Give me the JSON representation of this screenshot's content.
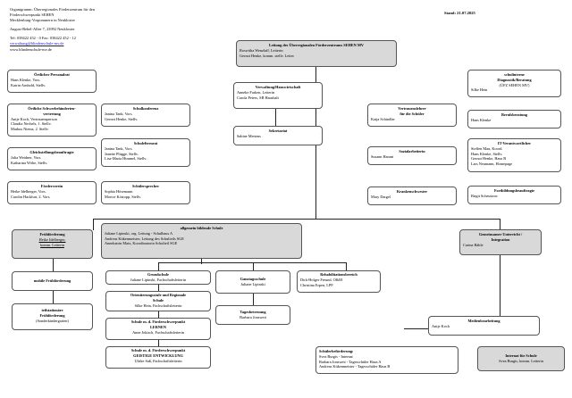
{
  "header": {
    "lines": [
      "Organigramm: Überregionales Förderzentrum für den",
      "Förderschwerpunkt SEHEN",
      "Mecklenburg-Vorpommern in Neukloster"
    ],
    "address": "August-Bebel-Allee 7, 23992 Neukloster",
    "phone": "Tel: 038422  452 - 0  Fax: 038422  452 - 12",
    "email": "verwaltung@blindenschule-mv.de",
    "web": "www.blindenschule-mv.de",
    "stand": "Stand: 21.07.2025"
  },
  "leadership": {
    "title": "Leitung des Überregionalen Förderzentrums SEHEN MV",
    "rows": [
      "Roswitha Wenzlaff, Leiterin",
      "Gernot Henke,  komm. stellv. Leiter"
    ]
  },
  "left_column": [
    {
      "title": "Örtlicher Personalrat",
      "rows": [
        "Hans Klenke, Vors.",
        "Katrin Arnhold, Stellv."
      ]
    },
    {
      "title": "Örtliche Schwerbehinderten-",
      "title2": "vertretung",
      "rows": [
        "Antje Koch, Vertrauensperson",
        "Claudia Nechels, 1. Stellv.",
        "Markus Niems, 2. Stellv."
      ]
    },
    {
      "title": "Gleichstellungsbeauftragte",
      "rows": [
        "Julia Weidner, Vors.",
        "Katharina Wöhe, Stellv."
      ]
    },
    {
      "title": "Förderverein",
      "rows": [
        "Heike Idelberger, Vors.",
        "Carolin Hackfurt, 2. Vors."
      ]
    }
  ],
  "second_column": [
    {
      "title": "Schulkonferenz",
      "rows": [
        "Janina Tank, Vors.",
        "Gernot Henke, Stellv."
      ]
    },
    {
      "title": "Schulelternrat",
      "rows": [
        "Janina Tank, Vors.",
        "Janette Plügge, Stellv.",
        "Lisa-Maria Himmel, Stellv."
      ]
    },
    {
      "title": "Schülersprecher",
      "rows": [
        "Sophia Hösemann",
        "Morice Köstopp, Stellv."
      ]
    }
  ],
  "admin": {
    "verwaltung": {
      "title": "Verwaltung/Hauswirtschaft",
      "rows": [
        "Anneke Farken, Leiterin",
        "Carola Peters, SB Haushalt"
      ]
    },
    "sekretariat": {
      "title": "Sekretariat",
      "rows": [
        "Sabine Mertens"
      ]
    }
  },
  "right_column_inner": [
    {
      "title": "Vertrauenslehrer",
      "title2": "für die Schüler",
      "rows": [
        "Katja Schindler"
      ]
    },
    {
      "title": "Sozialarbeiterin",
      "rows": [
        "Susann Harant"
      ]
    },
    {
      "title": "Krankenschwester",
      "rows": [
        "Mary Dargel"
      ]
    }
  ],
  "right_column_outer": [
    {
      "title": "schulinterne",
      "title2": "Diagnostik/Beratung",
      "title3": "(ÜFZ SEHEN MV)",
      "rows": [
        "Silke Hein"
      ]
    },
    {
      "title": "Berufsberatung",
      "rows": [
        "Hans Klenke"
      ]
    },
    {
      "title": "IT-Verantwortlicher",
      "rows": [
        "Steffen Mau, Koord.",
        "Hans Klenke, Stellv.",
        "Gernot Henke, Haus B",
        "Lars Neumann, Homepage"
      ]
    },
    {
      "title": "Fortbildungsbeauftragte",
      "rows": [
        "Birgit Scheutzow"
      ]
    }
  ],
  "fruehfoerderung": {
    "main": {
      "title": "Frühförderung",
      "rows": [
        "Heike Idelberger,",
        "komm. Leiterin"
      ]
    },
    "mobile": {
      "title": "mobile Frühförderung"
    },
    "teilstationaer": {
      "title": "teilstationäre",
      "title2": "Frühförderung",
      "title3": "(Sonderkindergarten)"
    }
  },
  "school": {
    "title": "allgemein bildende Schule",
    "rows": [
      "Juliane Lipinski, org. Leitung - Schulhaus A",
      "Andreas Kükenmeister, Leitung des Schulteils SGE",
      "Annekatrin Matz, Koordinatorin Schulteil SGE"
    ],
    "sub_left": [
      {
        "title": "Grundschule",
        "rows": [
          "Juliane Lipinski, Fachschaftsleiterin"
        ]
      },
      {
        "title": "Orientierungsstufe und Regionale",
        "title2": "Schule",
        "rows": [
          "Silke Hein, Fachschaftsleiterin"
        ]
      },
      {
        "title": "Schule m. d. Förderschwerpunkt",
        "title2": "LERNEN",
        "rows": [
          "Anne Jokisch, Fachschaftsleiterin"
        ]
      },
      {
        "title": "Schule m. d. Förderschwerpunkt",
        "title2": "GEISTIGE ENTWICKLUNG",
        "rows": [
          "Ulrike Saß, Fachschaftsleiterin"
        ]
      }
    ],
    "ganztagsschule": {
      "title": "Ganztagsschule",
      "rows": [
        "Juliane Lipinski"
      ]
    },
    "tagesbetreuung": {
      "title": "Tagesbetreuung",
      "rows": [
        "Barbara Jonsweit"
      ]
    },
    "reha": {
      "title": "Rehabilitationsbereich",
      "rows": [
        "Dirk-Holger Freund, O&M",
        "Christina Erpen, LPF"
      ]
    }
  },
  "integration": {
    "title": "Gemeinsamer Unterricht /",
    "title2": "Integration",
    "rows": [
      "Carina Bähle"
    ]
  },
  "medien": {
    "title": "Medienbearbeitung",
    "rows": [
      "Antje Koch"
    ]
  },
  "schuelerbefoerderung": {
    "title": "Schülerbeförderung:",
    "rows": [
      "Svea Burgis - Internat",
      "Barbara Jonsweit - Tagesschüler Haus A",
      "Andreas Kükenmeister - Tagesschüler Haus B"
    ]
  },
  "internat": {
    "title": "Internat für Schule",
    "rows": [
      "Svea Burgis, komm. Leiterin"
    ]
  }
}
